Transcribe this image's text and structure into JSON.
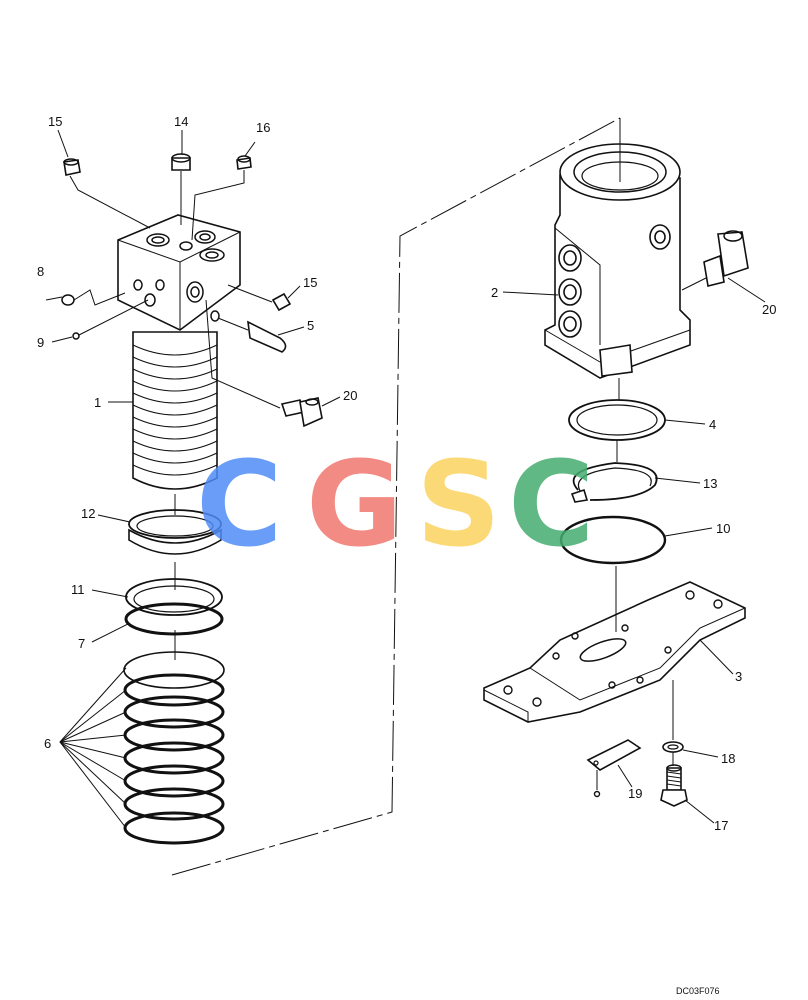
{
  "callouts": {
    "c15a": "15",
    "c14": "14",
    "c16": "16",
    "c8": "8",
    "c9": "9",
    "c15b": "15",
    "c5": "5",
    "c1": "1",
    "c20a": "20",
    "c12": "12",
    "c11": "11",
    "c7": "7",
    "c6": "6",
    "c2": "2",
    "c20b": "20",
    "c4": "4",
    "c13": "13",
    "c10": "10",
    "c3": "3",
    "c18": "18",
    "c19": "19",
    "c17": "17"
  },
  "watermark": {
    "letters": [
      "C",
      "G",
      "S",
      "C"
    ],
    "colors": [
      "#4f8cf7",
      "#f0776e",
      "#fbd360",
      "#45ad6f"
    ]
  },
  "figure_ref": "DC03F076"
}
